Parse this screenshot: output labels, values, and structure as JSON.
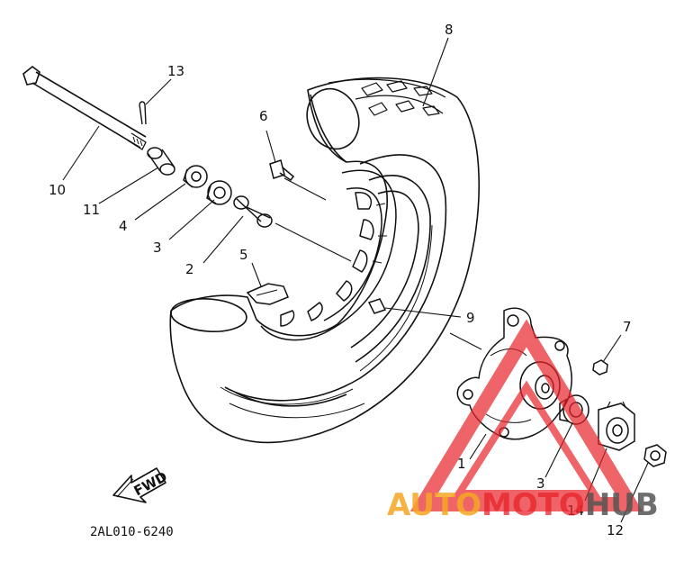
{
  "callouts": {
    "p1": "1",
    "p2": "2",
    "p3a": "3",
    "p3b": "3",
    "p4": "4",
    "p5": "5",
    "p6": "6",
    "p7": "7",
    "p8": "8",
    "p9": "9",
    "p10": "10",
    "p11": "11",
    "p12": "12",
    "p13": "13",
    "p14": "14"
  },
  "fwd_label": "FWD",
  "part_code": "2AL010-6240",
  "watermark": {
    "part1": "AUTO",
    "part2": "MOTO",
    "part3": "HUB"
  },
  "colors": {
    "ink": "#111111",
    "watermark_red": "#e8232a",
    "watermark_orange": "#f5a623",
    "watermark_gray": "#555555"
  }
}
